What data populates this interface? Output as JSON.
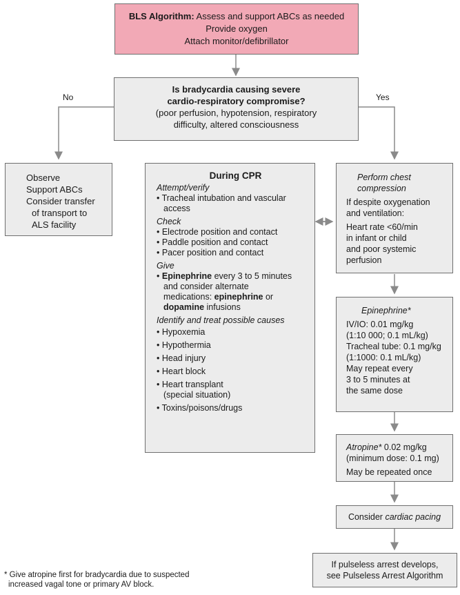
{
  "bls_box": {
    "title_bold": "BLS Algorithm:",
    "title_rest": " Assess and support ABCs as needed",
    "line2": "Provide oxygen",
    "line3": "Attach monitor/defibrillator"
  },
  "question_box": {
    "q1": "Is bradycardia causing severe",
    "q2": "cardio-respiratory compromise?",
    "d1": "(poor perfusion, hypotension, respiratory",
    "d2": "difficulty, altered consciousness"
  },
  "labels": {
    "no": "No",
    "yes": "Yes"
  },
  "observe_box": {
    "l1": "Observe",
    "l2": "Support ABCs",
    "l3": "Consider transfer",
    "l4": "of transport to",
    "l5": "ALS facility"
  },
  "cpr_box": {
    "title": "During CPR",
    "attempt": "Attempt/verify",
    "attempt_items": [
      "• Tracheal intubation and vascular",
      "access"
    ],
    "check": "Check",
    "check_items": [
      "• Electrode position and contact",
      "• Paddle position and contact",
      "• Pacer position and contact"
    ],
    "give": "Give",
    "give_b1": "Epinephrine",
    "give_t1": " every 3 to 5 minutes",
    "give_t2": "and consider alternate",
    "give_t3": "medications: ",
    "give_b2": "epinephrine",
    "give_t4": " or",
    "give_b3": "dopamine",
    "give_t5": " infusions",
    "identify": "Identify and treat possible causes",
    "causes": [
      "• Hypoxemia",
      "• Hypothermia",
      "• Head injury",
      "• Heart block",
      "• Heart transplant",
      "(special situation)",
      "• Toxins/poisons/drugs"
    ]
  },
  "compress_box": {
    "i1": "Perform chest",
    "i2": "compression",
    "l1": "If despite oxygenation",
    "l2": "and ventilation:",
    "l3": "Heart rate <60/min",
    "l4": "in infant or child",
    "l5": "and poor systemic",
    "l6": "perfusion"
  },
  "epi_box": {
    "title": "Epinephrine*",
    "l1": "IV/IO: 0.01 mg/kg",
    "l2": "(1:10 000; 0.1 mL/kg)",
    "l3": "Tracheal tube: 0.1 mg/kg",
    "l4": "(1:1000: 0.1 mL/kg)",
    "l5": "May repeat every",
    "l6": "3 to 5 minutes at",
    "l7": "the same dose"
  },
  "atropine_box": {
    "i1": "Atropine*",
    "t1": " 0.02 mg/kg",
    "l2": "(minimum dose: 0.1 mg)",
    "l3": "May be repeated once"
  },
  "pacing_box": {
    "t1": "Consider ",
    "i1": "cardiac pacing"
  },
  "arrest_box": {
    "l1": "If pulseless arrest develops,",
    "l2": "see Pulseless Arrest Algorithm"
  },
  "footnote": {
    "l1": "* Give atropine first for bradycardia due to suspected",
    "l2": "increased vagal tone or primary AV block."
  }
}
